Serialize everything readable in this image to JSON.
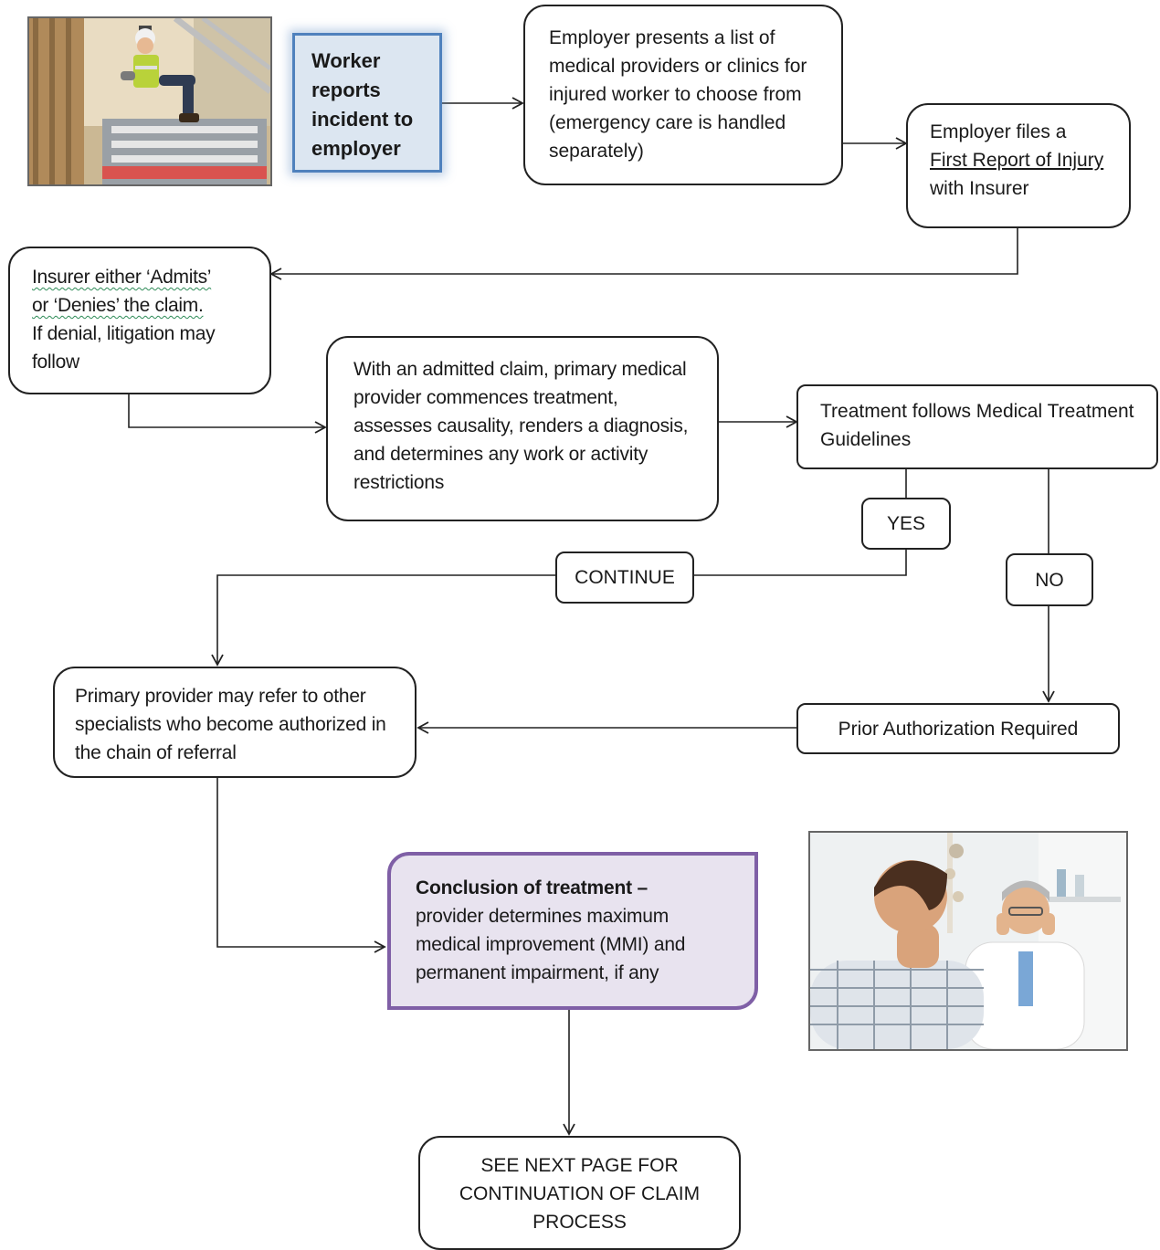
{
  "nodes": {
    "worker_reports": "Worker reports incident to employer",
    "employer_list": "Employer presents a list of medical providers or clinics for injured worker to choose from (emergency care is handled separately)",
    "first_report": {
      "prefix": "Employer files a",
      "link": "First Report of Injury",
      "suffix": "with Insurer"
    },
    "insurer_line1": "Insurer either ‘Admits’",
    "insurer_line2": "or ‘Denies’ the claim.",
    "insurer_rest": "If denial, litigation may follow",
    "admitted_claim": "With an admitted claim, primary medical provider commences treatment, assesses causality, renders a diagnosis, and determines any work or activity restrictions",
    "guidelines": "Treatment follows Medical Treatment Guidelines",
    "yes": "YES",
    "no": "NO",
    "continue": "CONTINUE",
    "prior_auth": "Prior Authorization Required",
    "refer": "Primary provider may refer to other specialists who become authorized in the chain of referral",
    "conclusion_bold": "Conclusion of treatment –",
    "conclusion_rest": "provider determines maximum medical improvement (MMI) and permanent impairment, if any",
    "next_page": "SEE NEXT PAGE FOR CONTINUATION OF CLAIM PROCESS"
  },
  "colors": {
    "worker_fill": "#dce6f1",
    "worker_border": "#4f81bd",
    "conclusion_fill": "#e8e3ef",
    "conclusion_border": "#7f5fa6",
    "line": "#222222"
  },
  "images": {
    "top_left": "worker-fallen-from-ladder-photo",
    "bottom_right": "doctor-examining-patient-photo"
  }
}
